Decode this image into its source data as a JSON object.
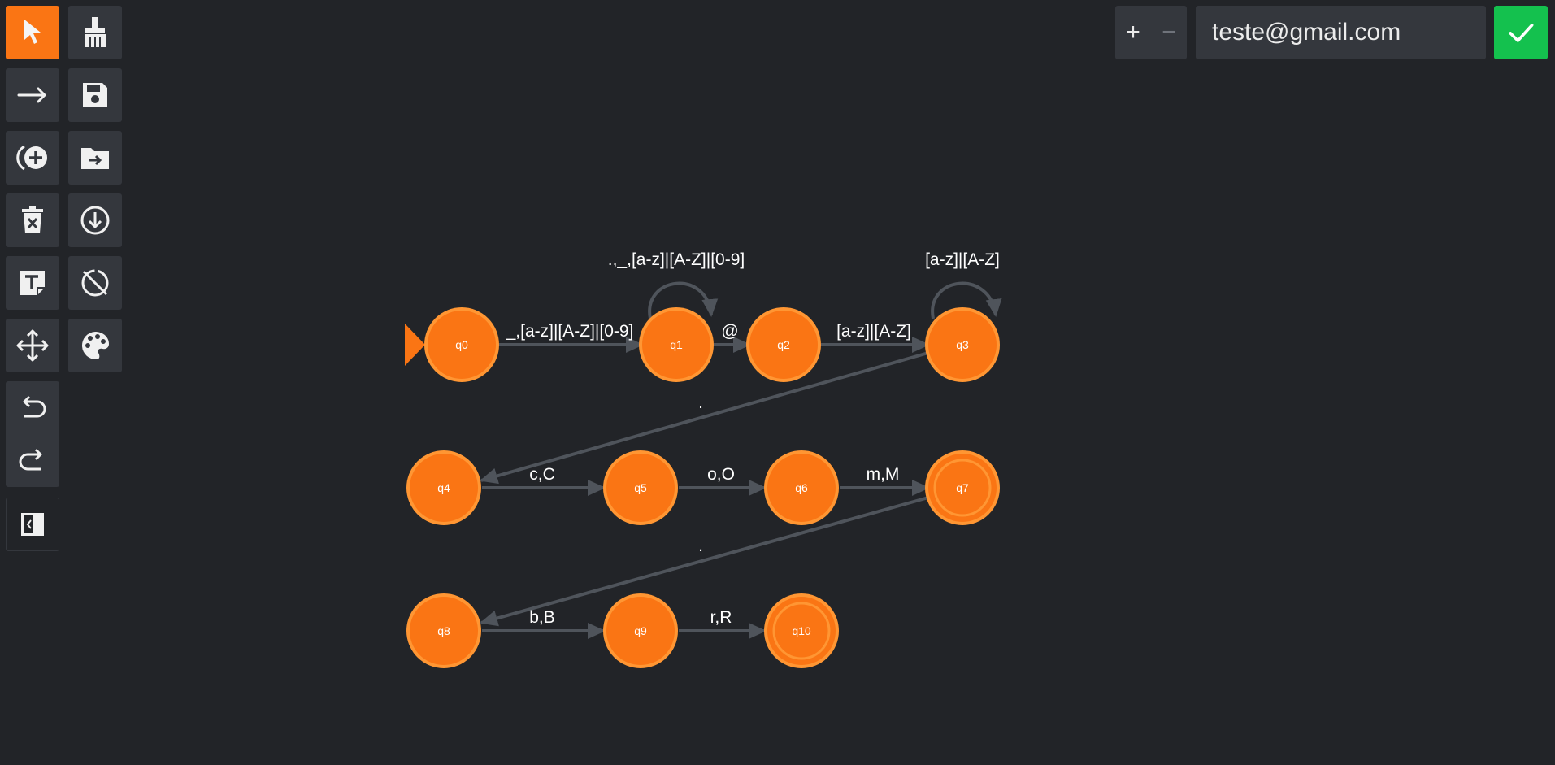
{
  "toolbar": {
    "left_column": [
      "select-tool",
      "add-transition-tool",
      "add-state-tool",
      "delete-tool",
      "add-text-tool",
      "move-tool",
      "undo-redo",
      "toggle-panel"
    ],
    "right_column": [
      "clear-tool",
      "save-tool",
      "open-file-tool",
      "download-tool",
      "disable-tool",
      "palette-tool"
    ],
    "active": "select-tool"
  },
  "zoom": {
    "in": "+",
    "out": "−"
  },
  "word_input": {
    "value": "teste@gmail.com"
  },
  "colors": {
    "background": "#222428",
    "panel": "#34373d",
    "state_fill": "#fa7514",
    "state_stroke": "#ff9633",
    "edge": "#4f545b",
    "accept": "#14c14e"
  },
  "states": [
    {
      "id": "q0",
      "initial": true,
      "final": false
    },
    {
      "id": "q1",
      "initial": false,
      "final": false
    },
    {
      "id": "q2",
      "initial": false,
      "final": false
    },
    {
      "id": "q3",
      "initial": false,
      "final": false
    },
    {
      "id": "q4",
      "initial": false,
      "final": false
    },
    {
      "id": "q5",
      "initial": false,
      "final": false
    },
    {
      "id": "q6",
      "initial": false,
      "final": false
    },
    {
      "id": "q7",
      "initial": false,
      "final": true
    },
    {
      "id": "q8",
      "initial": false,
      "final": false
    },
    {
      "id": "q9",
      "initial": false,
      "final": false
    },
    {
      "id": "q10",
      "initial": false,
      "final": true
    }
  ],
  "transitions": [
    {
      "from": "q0",
      "to": "q1",
      "label": "_,[a-z]|[A-Z]|[0-9]"
    },
    {
      "from": "q1",
      "to": "q1",
      "label": ".,_,[a-z]|[A-Z]|[0-9]"
    },
    {
      "from": "q1",
      "to": "q2",
      "label": "@"
    },
    {
      "from": "q2",
      "to": "q3",
      "label": "[a-z]|[A-Z]"
    },
    {
      "from": "q3",
      "to": "q3",
      "label": "[a-z]|[A-Z]"
    },
    {
      "from": "q3",
      "to": "q4",
      "label": "."
    },
    {
      "from": "q4",
      "to": "q5",
      "label": "c,C"
    },
    {
      "from": "q5",
      "to": "q6",
      "label": "o,O"
    },
    {
      "from": "q6",
      "to": "q7",
      "label": "m,M"
    },
    {
      "from": "q7",
      "to": "q8",
      "label": "."
    },
    {
      "from": "q8",
      "to": "q9",
      "label": "b,B"
    },
    {
      "from": "q9",
      "to": "q10",
      "label": "r,R"
    }
  ]
}
